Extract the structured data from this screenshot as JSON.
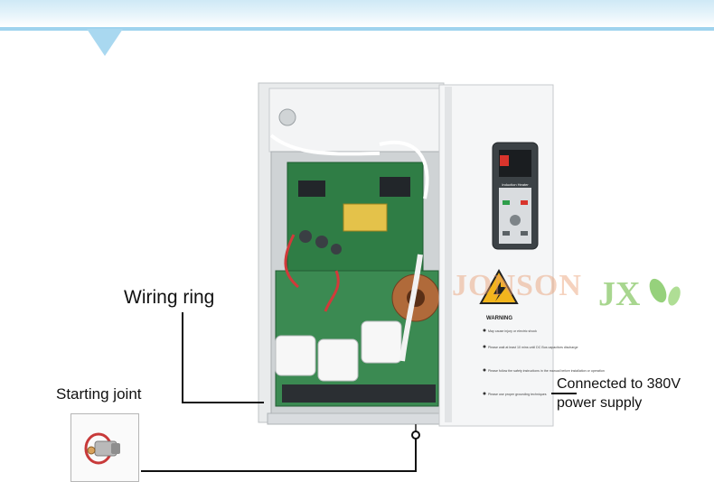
{
  "callouts": {
    "wiring_ring": "Wiring ring",
    "starting_joint": "Starting joint",
    "power_line1": "Connected to 380V",
    "power_line2": "power supply"
  },
  "panel": {
    "warning_title": "WARNING",
    "warning_lines": [
      "May cause injury or electric shock",
      "Please wait at least 10 mins until DC Bus capacitors discharge",
      "Please follow the safety instructions in the manual before installation or operation",
      "Please use proper grounding techniques"
    ],
    "keypad_title": "Induction Heater"
  },
  "brand": {
    "watermark": "JONSON",
    "logo_letters": "JX"
  },
  "colors": {
    "accent_band": "#9fd3ee",
    "leaf_green": "#7cc65b",
    "watermark": "#e89b6e"
  }
}
